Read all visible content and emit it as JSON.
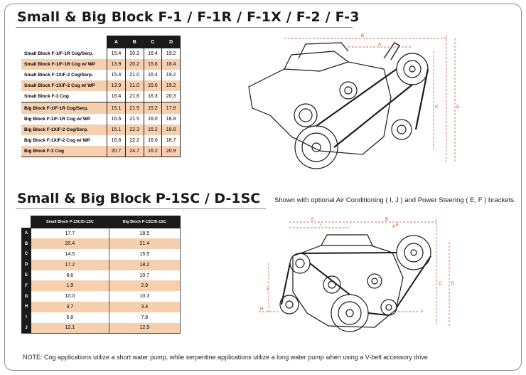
{
  "section1": {
    "title": "Small & Big Block F-1 / F-1R / F-1X / F-2 / F-3",
    "table": {
      "columns": [
        "A",
        "B",
        "C",
        "D"
      ],
      "rows": [
        {
          "label": "Small Block F-1/F-1R Cog/Serp.",
          "values": [
            "15.4",
            "20.2",
            "16.4",
            "19.2"
          ]
        },
        {
          "label": "Small Block F-1/F-1R Cog w/ WP",
          "values": [
            "13.9",
            "20.2",
            "15.6",
            "18.4"
          ]
        },
        {
          "label": "Small Block F-1X/F-2 Cog/Serp.",
          "values": [
            "15.4",
            "21.0",
            "16.4",
            "19.2"
          ]
        },
        {
          "label": "Small Block F-1X/F-2 Cog w/ WP",
          "values": [
            "13.9",
            "21.0",
            "15.6",
            "19.2"
          ]
        },
        {
          "label": "Small Block F-3 Cog",
          "values": [
            "16.4",
            "21.6",
            "16.3",
            "20.3"
          ]
        },
        {
          "label": "Big Block F-1/F-1R Cog/Serp.",
          "values": [
            "15.1",
            "21.5",
            "15.2",
            "17.8"
          ]
        },
        {
          "label": "Big Block F-1/F-1R Cog w/ WP",
          "values": [
            "16.6",
            "21.5",
            "16.0",
            "18.8"
          ]
        },
        {
          "label": "Big Block F-1X/F-2 Cog/Serp.",
          "values": [
            "15.1",
            "22.3",
            "15.2",
            "18.8"
          ]
        },
        {
          "label": "Big Block F-1X/F-2 Cog w/ WP",
          "values": [
            "16.6",
            "22.2",
            "16.0",
            "18.7"
          ]
        },
        {
          "label": "Big Block F-3 Cog",
          "values": [
            "20.7",
            "24.7",
            "16.2",
            "20.9"
          ]
        }
      ]
    },
    "diagram_labels": {
      "a": "A",
      "b": "B",
      "c": "C",
      "d": "D"
    }
  },
  "section2": {
    "title": "Small & Big Block P-1SC / D-1SC",
    "caption": "Shown with optional Air Conditioning ( I, J ) and Power Steering ( E, F ) brackets.",
    "table": {
      "columns": [
        "Small Block P-1SC/D-1SC",
        "Big Block P-1SC/D-1SC"
      ],
      "rows": [
        {
          "letter": "A",
          "values": [
            "17.7",
            "18.5"
          ]
        },
        {
          "letter": "B",
          "values": [
            "20.4",
            "21.4"
          ]
        },
        {
          "letter": "C",
          "values": [
            "14.5",
            "15.5"
          ]
        },
        {
          "letter": "D",
          "values": [
            "17.2",
            "18.2"
          ]
        },
        {
          "letter": "E",
          "values": [
            "8.6",
            "10.7"
          ]
        },
        {
          "letter": "F",
          "values": [
            "1.9",
            "2.9"
          ]
        },
        {
          "letter": "G",
          "values": [
            "10.0",
            "10.3"
          ]
        },
        {
          "letter": "H",
          "values": [
            "3.7",
            "3.4"
          ]
        },
        {
          "letter": "I",
          "values": [
            "5.8",
            "7.8"
          ]
        },
        {
          "letter": "J",
          "values": [
            "12.1",
            "12.9"
          ]
        }
      ]
    },
    "diagram_labels": {
      "a": "A",
      "b": "B",
      "c": "C",
      "d": "D",
      "e": "E",
      "f": "F",
      "g": "G",
      "h": "H",
      "i": "I",
      "j": "J"
    }
  },
  "note": "NOTE: Cog applications utilize a short water pump, while serpentine applications utilize a long water pump when using a V-belt accessory drive",
  "colors": {
    "peach": "#f5cfae",
    "header": "#1a1a1a",
    "dimension": "#b04a2a"
  }
}
